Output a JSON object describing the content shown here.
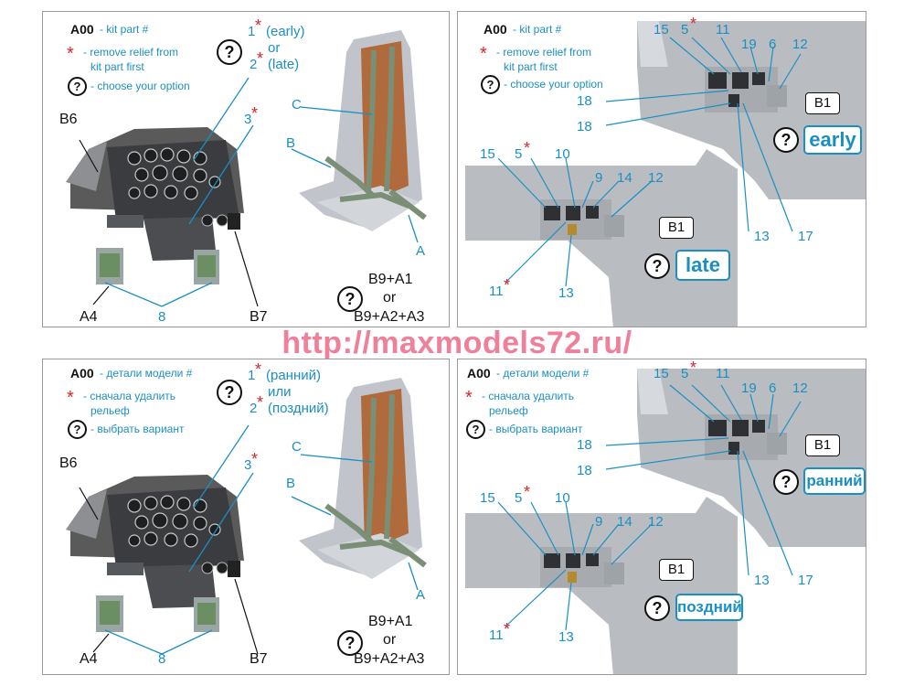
{
  "watermark": "http://maxmodels72.ru/",
  "panels": [
    {
      "legend": {
        "code": "A00",
        "code_desc": "- kit part #",
        "star": "*",
        "star_desc_1": "- remove relief from",
        "star_desc_2": "kit part first",
        "q": "?",
        "q_desc": "- choose your option"
      },
      "option_top": {
        "n1": "1",
        "o1": "(early)",
        "or": "or",
        "n2": "2",
        "o2": "(late)"
      },
      "labels": {
        "b6": "B6",
        "n3": "3",
        "c": "C",
        "b": "B",
        "a": "A",
        "a4": "A4",
        "n8": "8",
        "b7": "B7",
        "formula_1": "B9+A1",
        "formula_or": "or",
        "formula_2": "B9+A2+A3"
      }
    },
    {
      "legend": {
        "code": "A00",
        "code_desc": "- kit part #",
        "star": "*",
        "star_desc_1": "- remove relief from",
        "star_desc_2": "kit part first",
        "q": "?",
        "q_desc": "- choose your option"
      },
      "top_nums": [
        "15",
        "5",
        "11",
        "19",
        "6",
        "12",
        "18",
        "18"
      ],
      "bottom_nums": [
        "15",
        "5",
        "10",
        "9",
        "14",
        "12",
        "11",
        "13"
      ],
      "side_nums": [
        "13",
        "17"
      ],
      "b1": "B1",
      "option_early": "early",
      "option_late": "late"
    },
    {
      "legend": {
        "code": "A00",
        "code_desc": "- детали модели  #",
        "star": "*",
        "star_desc_1": "- сначала удалить",
        "star_desc_2": "рельеф",
        "q": "?",
        "q_desc": "- выбрать вариант"
      },
      "option_top": {
        "n1": "1",
        "o1": "(ранний)",
        "or": "или",
        "n2": "2",
        "o2": "(поздний)"
      },
      "labels": {
        "b6": "B6",
        "n3": "3",
        "c": "C",
        "b": "B",
        "a": "A",
        "a4": "A4",
        "n8": "8",
        "b7": "B7",
        "formula_1": "B9+A1",
        "formula_or": "or",
        "formula_2": "B9+A2+A3"
      }
    },
    {
      "legend": {
        "code": "A00",
        "code_desc": "- детали модели  #",
        "star": "*",
        "star_desc_1": "- сначала удалить",
        "star_desc_2": "рельеф",
        "q": "?",
        "q_desc": "- выбрать вариант"
      },
      "top_nums": [
        "15",
        "5",
        "11",
        "19",
        "6",
        "12",
        "18",
        "18"
      ],
      "bottom_nums": [
        "15",
        "5",
        "10",
        "9",
        "14",
        "12",
        "11",
        "13"
      ],
      "side_nums": [
        "13",
        "17"
      ],
      "b1": "B1",
      "option_early": "ранний",
      "option_late": "поздний"
    }
  ],
  "colors": {
    "accent": "#1b8fc2",
    "star": "#d8262c",
    "watermark": "#f07f9a",
    "part_grey": "#b9bdc2"
  }
}
